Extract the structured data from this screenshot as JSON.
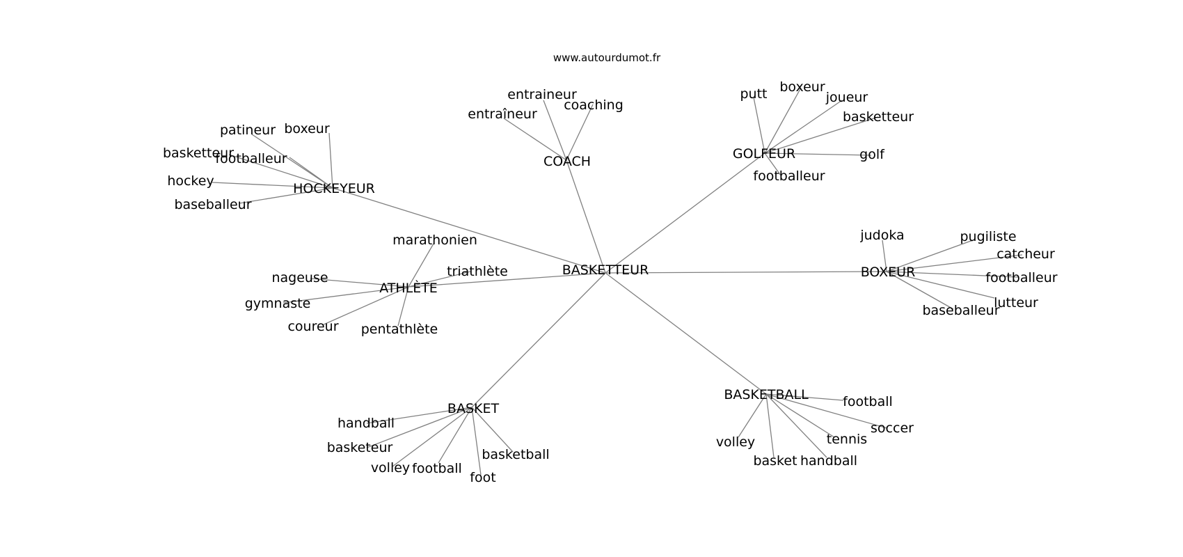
{
  "source": "www.autourdumot.fr",
  "edge_color": "#808080",
  "text_color": "#000000",
  "center": "BASKETTEUR",
  "clusters": [
    {
      "id": "hockeyeur",
      "label": "HOCKEYEUR",
      "words": [
        "patineur",
        "boxeur",
        "basketteur",
        "footballeur",
        "hockey",
        "baseballeur"
      ]
    },
    {
      "id": "coach",
      "label": "COACH",
      "words": [
        "entraineur",
        "entraîneur",
        "coaching"
      ]
    },
    {
      "id": "golfeur",
      "label": "GOLFEUR",
      "words": [
        "putt",
        "boxeur",
        "joueur",
        "basketteur",
        "golf",
        "footballeur"
      ]
    },
    {
      "id": "athlete",
      "label": "ATHLÈTE",
      "words": [
        "marathonien",
        "triathlète",
        "nageuse",
        "gymnaste",
        "coureur",
        "pentathlète"
      ]
    },
    {
      "id": "boxeur",
      "label": "BOXEUR",
      "words": [
        "judoka",
        "pugiliste",
        "catcheur",
        "footballeur",
        "lutteur",
        "baseballeur"
      ]
    },
    {
      "id": "basket",
      "label": "BASKET",
      "words": [
        "handball",
        "basketeur",
        "volley",
        "football",
        "foot",
        "basketball"
      ]
    },
    {
      "id": "basketball",
      "label": "BASKETBALL",
      "words": [
        "football",
        "soccer",
        "tennis",
        "volley",
        "basket",
        "handball"
      ]
    }
  ]
}
